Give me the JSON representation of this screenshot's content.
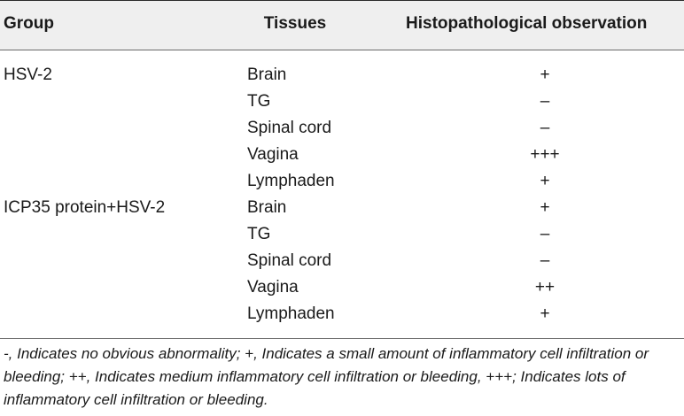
{
  "headers": {
    "group": "Group",
    "tissues": "Tissues",
    "observation": "Histopathological observation"
  },
  "rows": [
    {
      "group": "HSV-2",
      "tissue": "Brain",
      "observation": "+"
    },
    {
      "group": "",
      "tissue": "TG",
      "observation": "–"
    },
    {
      "group": "",
      "tissue": "Spinal cord",
      "observation": "–"
    },
    {
      "group": "",
      "tissue": "Vagina",
      "observation": "+++"
    },
    {
      "group": "",
      "tissue": "Lymphaden",
      "observation": "+"
    },
    {
      "group": "ICP35 protein+HSV-2",
      "tissue": "Brain",
      "observation": "+"
    },
    {
      "group": "",
      "tissue": "TG",
      "observation": "–"
    },
    {
      "group": "",
      "tissue": "Spinal cord",
      "observation": "–"
    },
    {
      "group": "",
      "tissue": "Vagina",
      "observation": "++"
    },
    {
      "group": "",
      "tissue": "Lymphaden",
      "observation": "+"
    }
  ],
  "footnote": "-, Indicates no obvious abnormality; +, Indicates a small amount of inflammatory cell infiltration or bleeding; ++, Indicates medium inflammatory cell infiltration or bleeding, +++; Indicates lots of inflammatory cell infiltration or bleeding."
}
